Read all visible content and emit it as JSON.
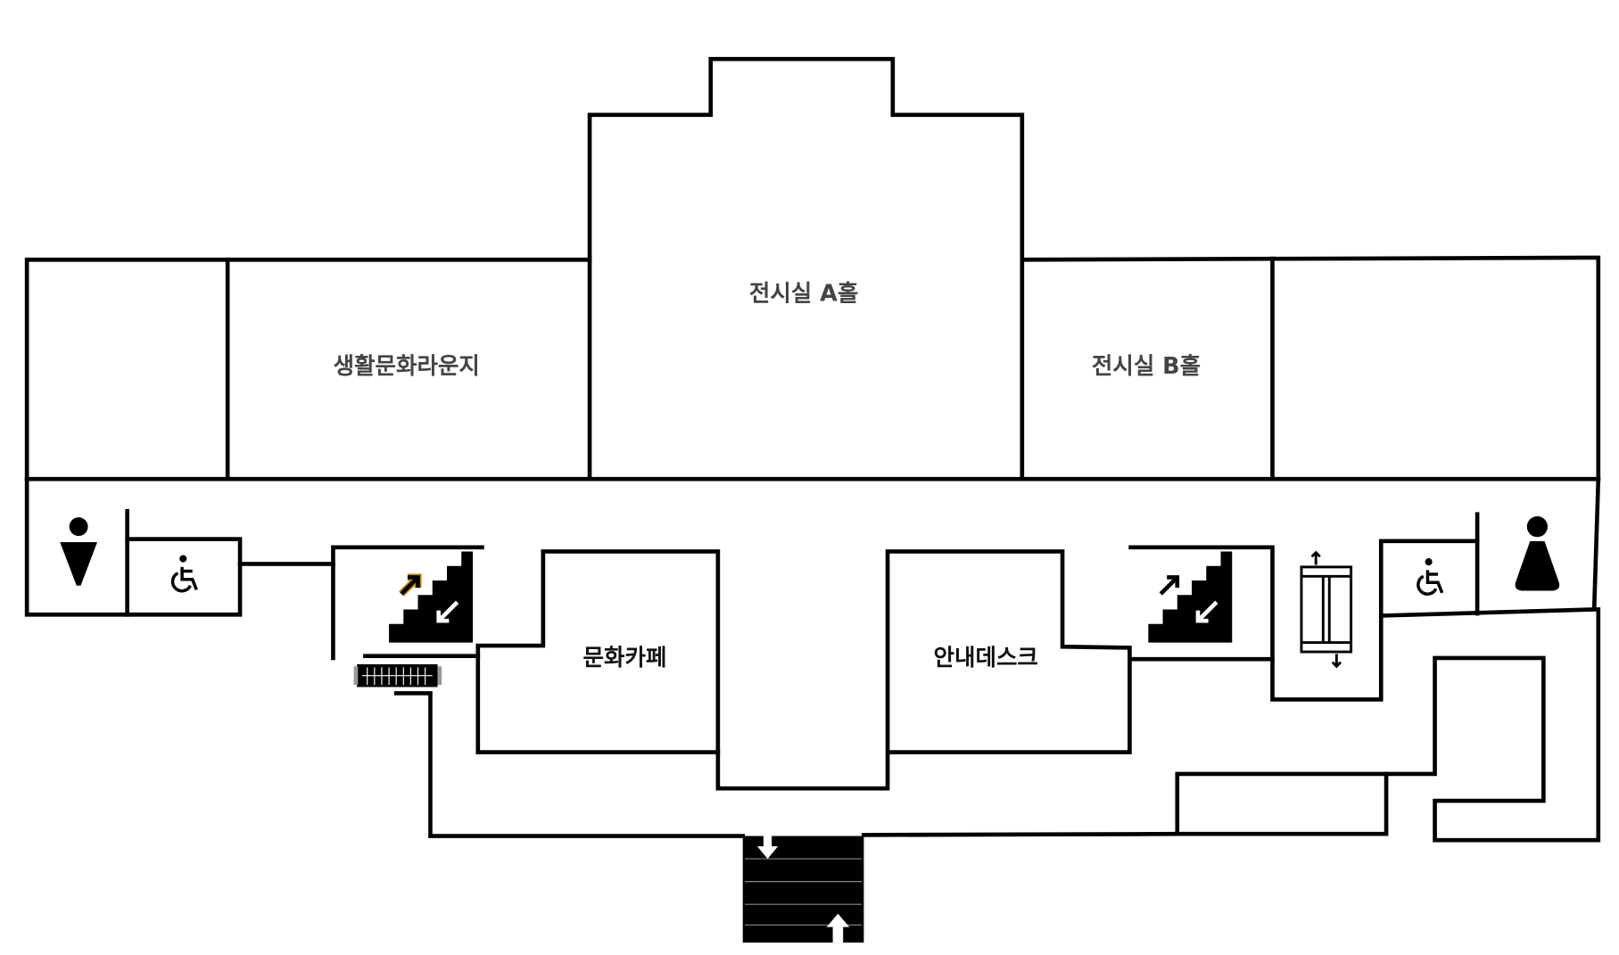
{
  "rooms": {
    "lounge": "생활문화라운지",
    "hall_a": "전시실 A홀",
    "hall_b": "전시실 B홀",
    "cafe": "문화카페",
    "info_desk": "안내데스크"
  },
  "icons": [
    "female-restroom-icon",
    "male-restroom-icon",
    "wheelchair-icon",
    "escalator-icon",
    "elevator-icon",
    "entrance-stairs-icon"
  ],
  "colors": {
    "wall": "#000000",
    "label": "#444444",
    "escalator_up_arrow": "#c08a00"
  }
}
